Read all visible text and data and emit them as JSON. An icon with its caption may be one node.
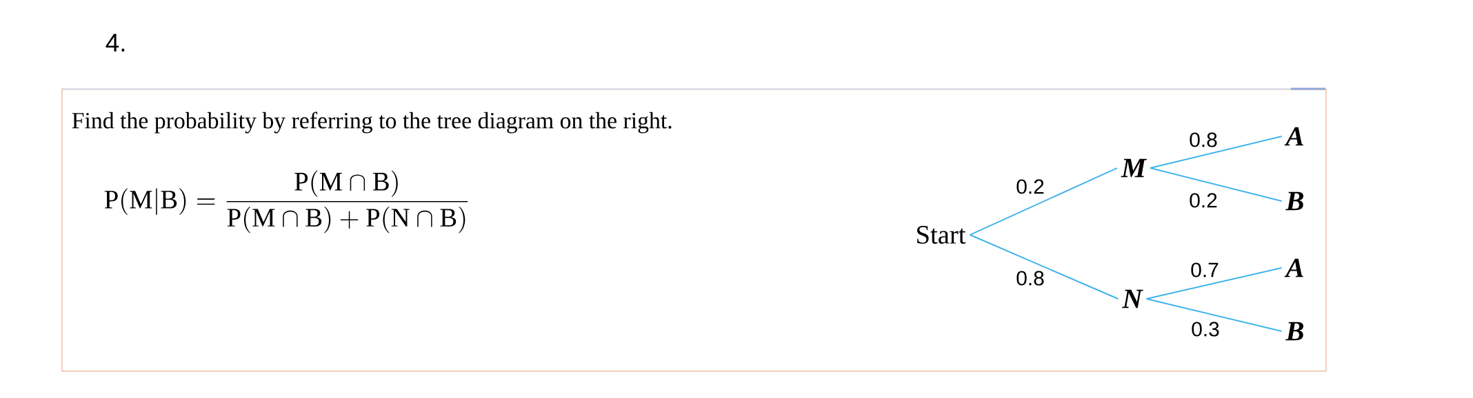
{
  "diagram": {
    "title": "4.",
    "nodes": [
      {
        "text": [
          "Find the probability by referring to the tree diagram on the right."
        ]
      },
      {
        "text": [
          "Start"
        ],
        "in": 0
      },
      {
        "text": [
          "M"
        ],
        "in": 0
      },
      {
        "text": [
          "N"
        ],
        "in": 0
      },
      {
        "text": [
          "A"
        ],
        "in": 0
      },
      {
        "text": [
          "B"
        ],
        "in": 0
      },
      {
        "text": [
          "A"
        ],
        "in": 0
      },
      {
        "text": [
          "B"
        ],
        "in": 0
      }
    ],
    "edges": [
      {
        "from": 1,
        "to": 2,
        "arrow": "none",
        "label": "0.2"
      },
      {
        "from": 1,
        "to": 3,
        "arrow": "none",
        "label": "0.8"
      },
      {
        "from": 2,
        "to": 4,
        "arrow": "none",
        "label": "0.8"
      },
      {
        "from": 2,
        "to": 5,
        "arrow": "none",
        "label": "0.2"
      },
      {
        "from": 3,
        "to": 6,
        "arrow": "none",
        "label": "0.7"
      },
      {
        "from": 3,
        "to": 7,
        "arrow": "none",
        "label": "0.3"
      }
    ],
    "labels": [
      "\\mathrm{P(M|B)}=\\frac{\\mathrm{P(M\\cap B)}}{\\mathrm{P(M\\cap B)+P(N\\cap B)}}"
    ]
  }
}
